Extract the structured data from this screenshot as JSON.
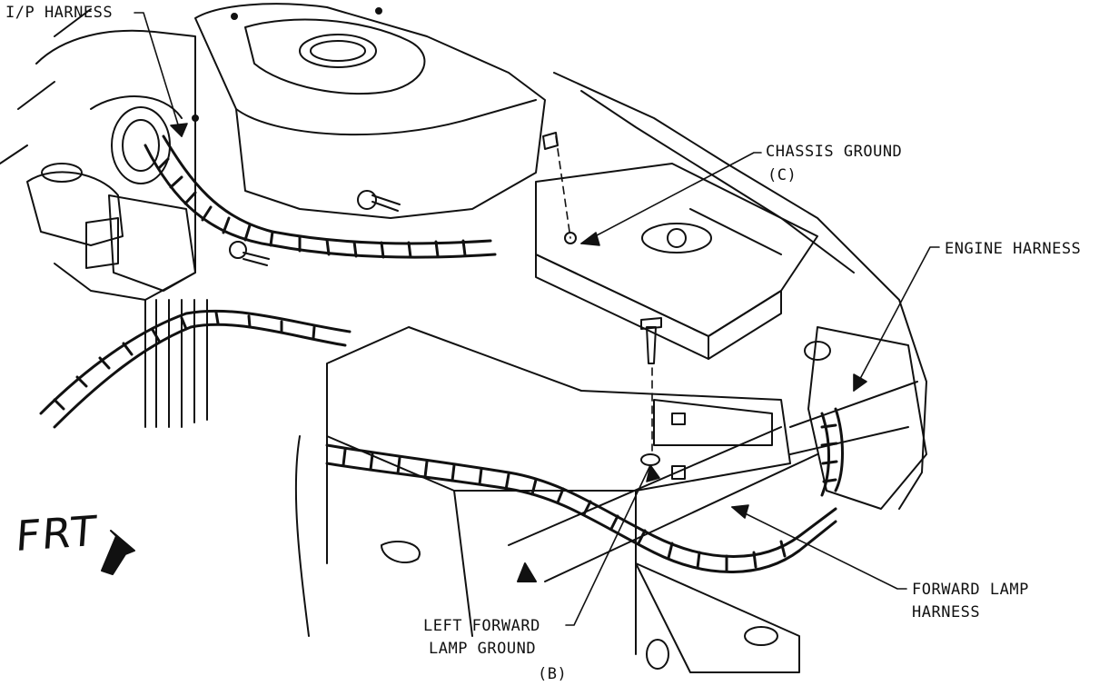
{
  "labels": {
    "ip_harness": "I/P HARNESS",
    "chassis_ground": "CHASSIS GROUND",
    "chassis_ground_ref": "(C)",
    "engine_harness": "ENGINE HARNESS",
    "forward_lamp_harness_line1": "FORWARD LAMP",
    "forward_lamp_harness_line2": "HARNESS",
    "left_forward_lamp_ground_line1": "LEFT FORWARD",
    "left_forward_lamp_ground_line2": "LAMP GROUND",
    "left_forward_lamp_ground_ref": "(B)",
    "front_indicator": "FRT"
  },
  "colors": {
    "ink": "#111111",
    "paper": "#ffffff"
  }
}
